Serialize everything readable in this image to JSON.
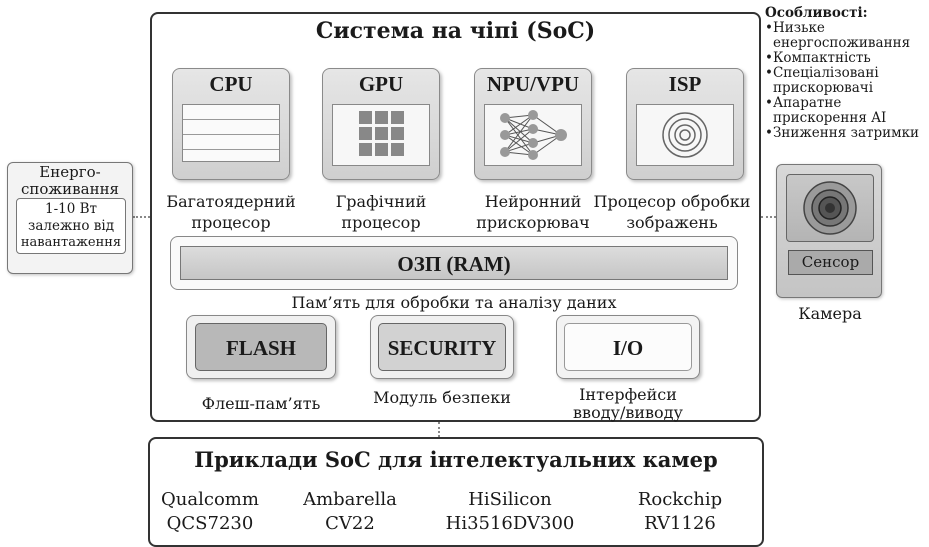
{
  "soc_title": "Система на чіпі (SoC)",
  "blocks": {
    "cpu": {
      "title": "CPU",
      "caption_l1": "Багатоядерний",
      "caption_l2": "процесор"
    },
    "gpu": {
      "title": "GPU",
      "caption_l1": "Графічний",
      "caption_l2": "процесор"
    },
    "npu": {
      "title": "NPU/VPU",
      "caption_l1": "Нейронний",
      "caption_l2": "прискорювач"
    },
    "isp": {
      "title": "ISP",
      "caption_l1": "Процесор обробки",
      "caption_l2": "зображень"
    }
  },
  "ram": {
    "label": "ОЗП (RAM)",
    "caption": "Пам’ять для обробки та аналізу даних"
  },
  "flash": {
    "label": "FLASH",
    "caption": "Флеш-пам’ять"
  },
  "security": {
    "label": "SECURITY",
    "caption": "Модуль безпеки"
  },
  "io": {
    "label": "I/O",
    "caption_l1": "Інтерфейси",
    "caption_l2": "вводу/виводу"
  },
  "power": {
    "title_l1": "Енерго-",
    "title_l2": "споживання",
    "value_l1": "1-10 Вт",
    "value_l2": "залежно від",
    "value_l3": "навантаження"
  },
  "features": {
    "title": "Особливості:",
    "items": [
      {
        "l1": "•Низьке",
        "l2": "енергоспоживання"
      },
      {
        "l1": "•Компактність",
        "l2": ""
      },
      {
        "l1": "•Спеціалізовані",
        "l2": "прискорювачі"
      },
      {
        "l1": "•Апаратне",
        "l2": "прискорення AI"
      },
      {
        "l1": "•Зниження затримки",
        "l2": ""
      }
    ]
  },
  "camera": {
    "sensor": "Сенсор",
    "caption": "Камера"
  },
  "examples": {
    "title": "Приклади SoC для інтелектуальних камер",
    "items": [
      {
        "vendor": "Qualcomm",
        "model": "QCS7230"
      },
      {
        "vendor": "Ambarella",
        "model": "CV22"
      },
      {
        "vendor": "HiSilicon",
        "model": "Hi3516DV300"
      },
      {
        "vendor": "Rockchip",
        "model": "RV1126"
      }
    ]
  },
  "colors": {
    "frame": "#333333",
    "block_fill": "#d8d8d8",
    "accent_dark": "#555555"
  }
}
